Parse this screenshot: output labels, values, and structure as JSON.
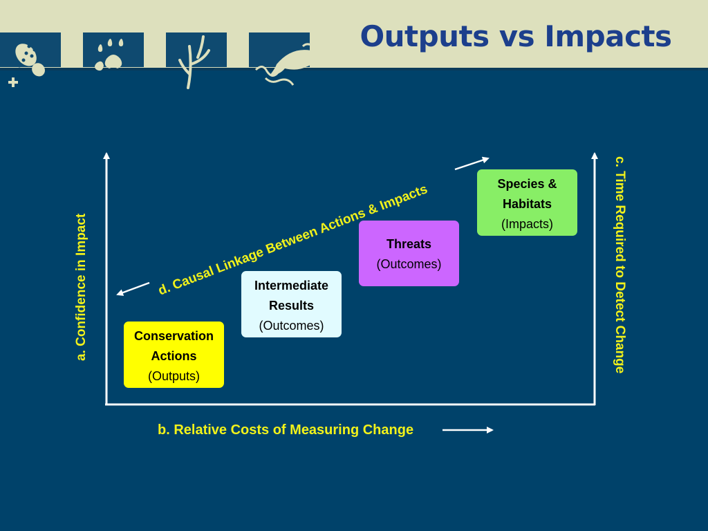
{
  "slide": {
    "title": "Outputs vs Impacts"
  },
  "header_icons": [
    "footprint-icon",
    "paw-print-icon",
    "plant-sprout-icon",
    "fish-icon"
  ],
  "colors": {
    "background": "#00426a",
    "header": "#dde0bd",
    "title": "#1c3f8c",
    "label_yellow": "#f2f21a",
    "conservation_box": "#ffff00",
    "intermediate_box": "#e1fbff",
    "threats_box": "#cc66ff",
    "species_box": "#88ee66"
  },
  "axes": {
    "a_label": "a. Confidence in Impact",
    "b_label": "b. Relative Costs of Measuring Change",
    "c_label": "c. Time Required to Detect Change",
    "d_label": "d. Causal Linkage Between Actions & Impacts"
  },
  "boxes": {
    "conservation": {
      "line1": "Conservation",
      "line2": "Actions",
      "line3": "(Outputs)"
    },
    "intermediate": {
      "line1": "Intermediate",
      "line2": "Results",
      "line3": "(Outcomes)"
    },
    "threats": {
      "line1": "Threats",
      "line2": "(Outcomes)"
    },
    "species": {
      "line1": "Species &",
      "line2": "Habitats",
      "line3": "(Impacts)"
    }
  }
}
